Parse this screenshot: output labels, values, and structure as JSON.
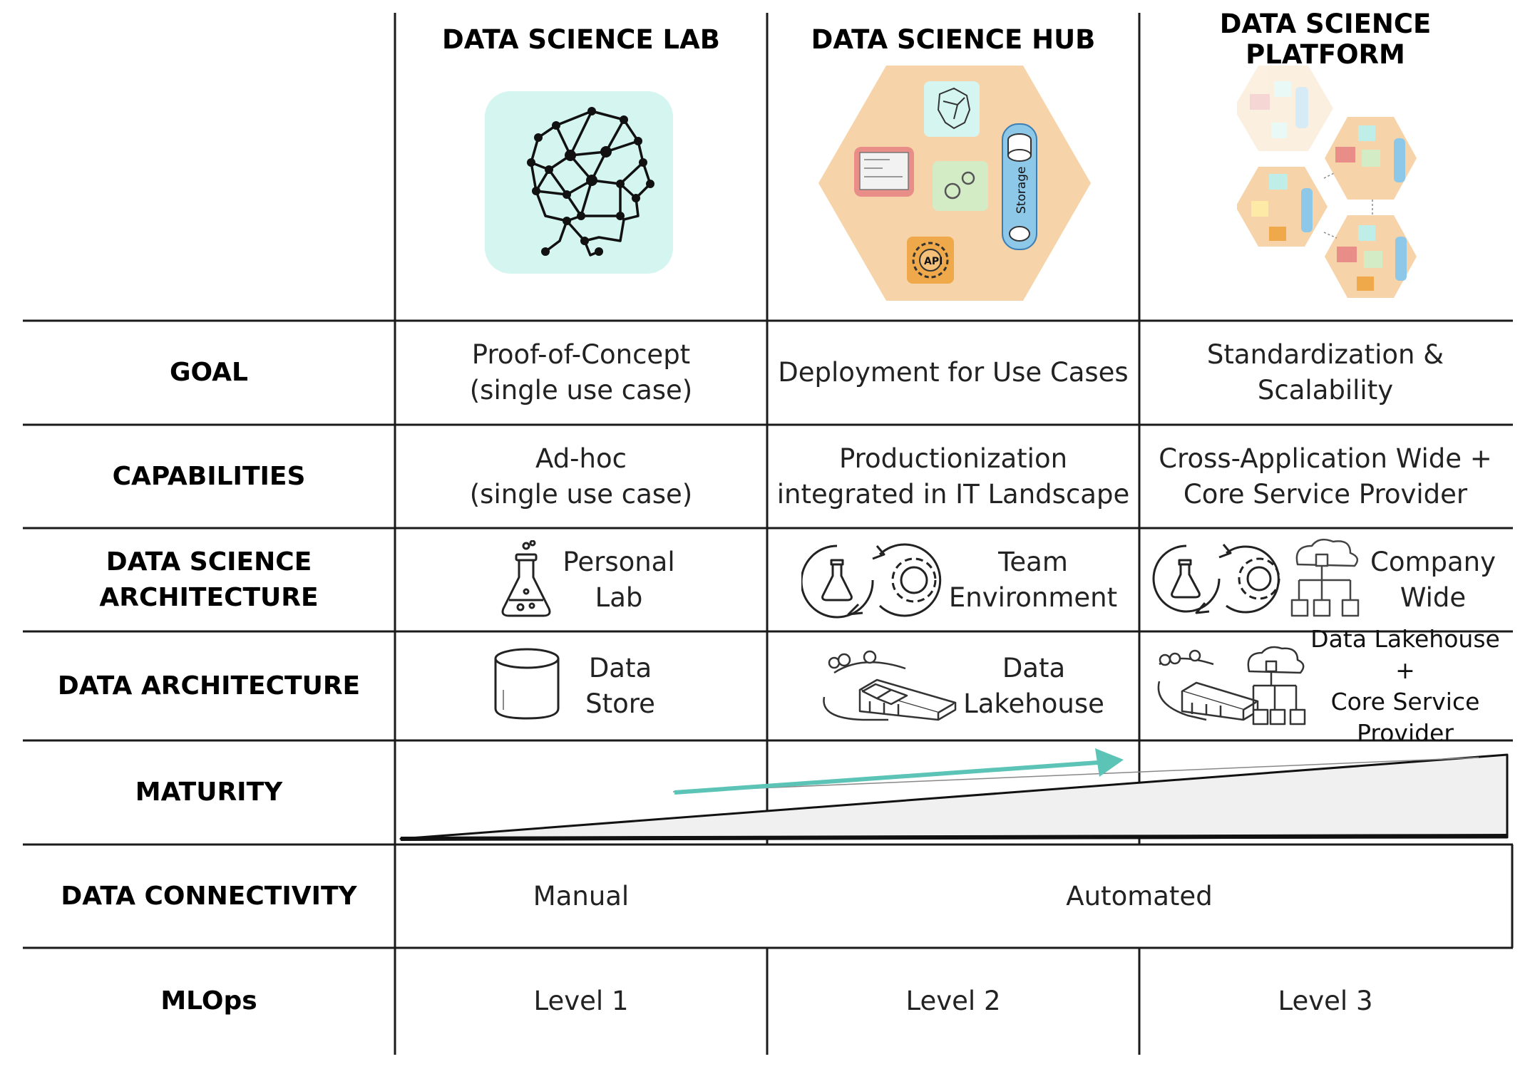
{
  "columns": {
    "lab": "DATA SCIENCE LAB",
    "hub": "DATA SCIENCE HUB",
    "platform": "DATA SCIENCE PLATFORM"
  },
  "hub_storage_label": "Storage",
  "hub_api_label": "API",
  "rows": {
    "goal": {
      "label": "GOAL",
      "lab": [
        "Proof-of-Concept",
        "(single use case)"
      ],
      "hub": [
        "Deployment for Use Cases"
      ],
      "platform": [
        "Standardization &",
        "Scalability"
      ]
    },
    "capabilities": {
      "label": "CAPABILITIES",
      "lab": [
        "Ad-hoc",
        "(single use case)"
      ],
      "hub": [
        "Productionization",
        "integrated in IT Landscape"
      ],
      "platform": [
        "Cross-Application Wide +",
        "Core Service Provider"
      ]
    },
    "ds_architecture": {
      "label": [
        "DATA SCIENCE",
        "ARCHITECTURE"
      ],
      "lab": [
        "Personal",
        "Lab"
      ],
      "hub": [
        "Team",
        "Environment"
      ],
      "platform": [
        "Company",
        "Wide"
      ]
    },
    "data_architecture": {
      "label": "DATA ARCHITECTURE",
      "lab": [
        "Data",
        "Store"
      ],
      "hub": [
        "Data",
        "Lakehouse"
      ],
      "platform": [
        "Data Lakehouse +",
        "Core Service",
        "Provider"
      ]
    },
    "maturity": {
      "label": "MATURITY"
    },
    "data_connectivity": {
      "label": "DATA CONNECTIVITY",
      "manual": "Manual",
      "automated": "Automated"
    },
    "mlops": {
      "label": "MLOps",
      "lab": "Level 1",
      "hub": "Level 2",
      "platform": "Level 3"
    }
  },
  "colors": {
    "lab_bg": "#d5f6f0",
    "hex_bg": "#f6d3a8",
    "maturity_fill": "#f0f0f0",
    "arrow": "#5cc4b6"
  }
}
